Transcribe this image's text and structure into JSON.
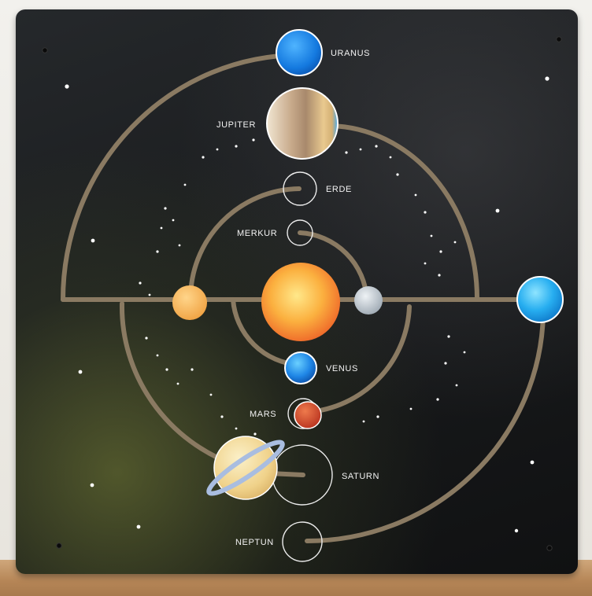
{
  "labels": {
    "uranus": "URANUS",
    "jupiter": "JUPITER",
    "erde": "ERDE",
    "merkur": "MERKUR",
    "venus": "VENUS",
    "mars": "MARS",
    "saturn": "SATURN",
    "neptun": "NEPTUN"
  },
  "colors": {
    "board": "#1a1c1e",
    "groove": "#8a7a62",
    "sun": "#f7a13a",
    "uranus": "#1a7ee0",
    "jupiter": "#c9a07a",
    "venus": "#1f86e6",
    "mars": "#d24a2a",
    "saturn": "#f1d48b",
    "neptun_piece": "#36b5f2",
    "mercury_piece": "#b9c3cc",
    "orange_piece": "#f6b35a"
  }
}
